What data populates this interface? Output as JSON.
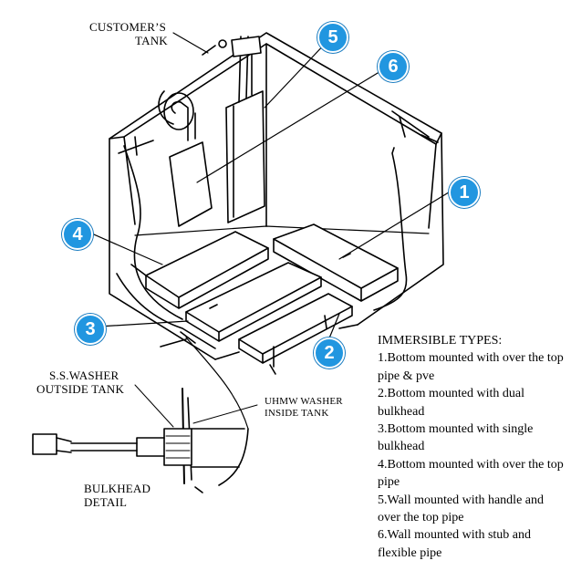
{
  "labels": {
    "customers_tank": [
      "CUSTOMER’S",
      "TANK"
    ],
    "ss_washer": [
      "S.S.WASHER",
      "OUTSIDE TANK"
    ],
    "uhmw_washer": [
      "UHMW WASHER",
      "INSIDE TANK"
    ],
    "bulkhead_detail": [
      "BULKHEAD",
      "DETAIL"
    ]
  },
  "markers": [
    "1",
    "2",
    "3",
    "4",
    "5",
    "6"
  ],
  "marker_color": "#2196e0",
  "legend": {
    "title": "IMMERSIBLE TYPES:",
    "items": [
      "1.Bottom mounted with over the top pipe & pve",
      "2.Bottom mounted with dual bulkhead",
      "3.Bottom mounted with single bulkhead",
      "4.Bottom mounted with over the  top pipe",
      "5.Wall mounted with handle and over the top pipe",
      "6.Wall mounted with stub and flexible pipe"
    ]
  }
}
